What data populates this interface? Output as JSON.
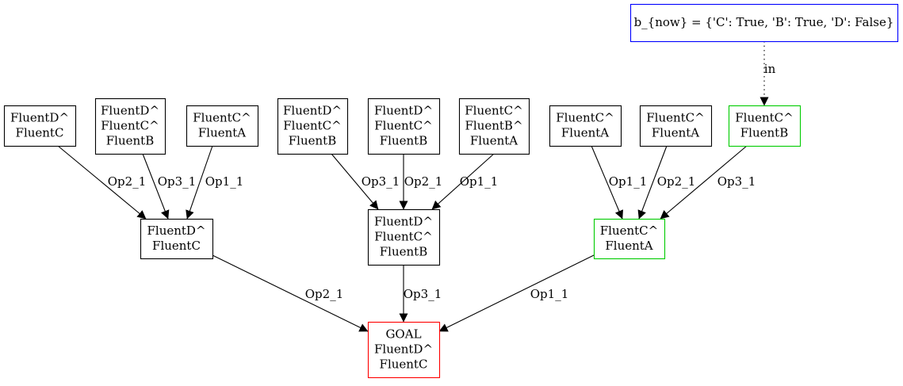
{
  "diagram": {
    "belief": {
      "label": "b_{now} = {'C': True, 'B': True, 'D': False}",
      "color": "#0000ff"
    },
    "in_edge_label": "in",
    "leaves": [
      {
        "lines": [
          "FluentD^",
          "FluentC"
        ],
        "color": "#000000"
      },
      {
        "lines": [
          "FluentD^",
          "FluentC^",
          "FluentB"
        ],
        "color": "#000000"
      },
      {
        "lines": [
          "FluentC^",
          "FluentA"
        ],
        "color": "#000000"
      },
      {
        "lines": [
          "FluentD^",
          "FluentC^",
          "FluentB"
        ],
        "color": "#000000"
      },
      {
        "lines": [
          "FluentD^",
          "FluentC^",
          "FluentB"
        ],
        "color": "#000000"
      },
      {
        "lines": [
          "FluentC^",
          "FluentB^",
          "FluentA"
        ],
        "color": "#000000"
      },
      {
        "lines": [
          "FluentC^",
          "FluentA"
        ],
        "color": "#000000"
      },
      {
        "lines": [
          "FluentC^",
          "FluentA"
        ],
        "color": "#000000"
      },
      {
        "lines": [
          "FluentC^",
          "FluentB"
        ],
        "color": "#00cc00"
      }
    ],
    "mids": [
      {
        "lines": [
          "FluentD^",
          "FluentC"
        ],
        "color": "#000000"
      },
      {
        "lines": [
          "FluentD^",
          "FluentC^",
          "FluentB"
        ],
        "color": "#000000"
      },
      {
        "lines": [
          "FluentC^",
          "FluentA"
        ],
        "color": "#00cc00"
      }
    ],
    "goal": {
      "lines": [
        "GOAL",
        "FluentD^",
        "FluentC"
      ],
      "color": "#ff0000"
    },
    "leaf_edge_labels": [
      "Op2_1",
      "Op3_1",
      "Op1_1",
      "Op3_1",
      "Op2_1",
      "Op1_1",
      "Op1_1",
      "Op2_1",
      "Op3_1"
    ],
    "goal_edge_labels": [
      "Op2_1",
      "Op3_1",
      "Op1_1"
    ]
  }
}
